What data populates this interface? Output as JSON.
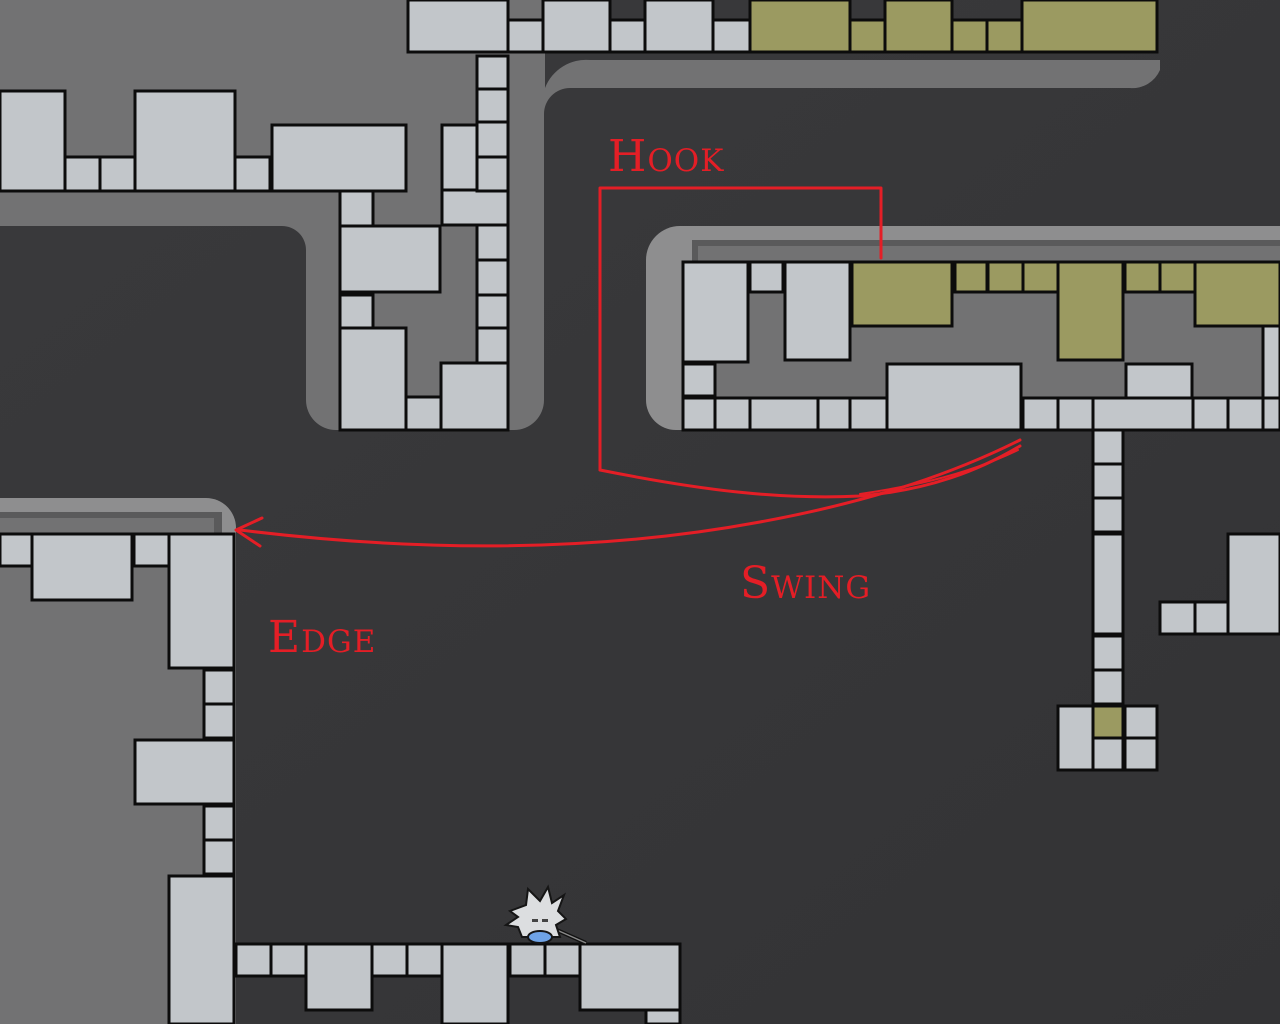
{
  "annotations": {
    "hook": "Hook",
    "swing": "Swing",
    "edge": "Edge"
  },
  "colors": {
    "background": "#38383a",
    "wall_zone": "#727273",
    "wall_rim": "#8e8e8f",
    "block": "#c2c6ca",
    "block_alt": "#9b9a61",
    "annotation": "#e41e26",
    "player": "#dcdee0",
    "player_accent": "#6fa3e6"
  },
  "icons": {
    "player": "grappling-character-sprite",
    "arrow": "arrow-head-icon"
  }
}
